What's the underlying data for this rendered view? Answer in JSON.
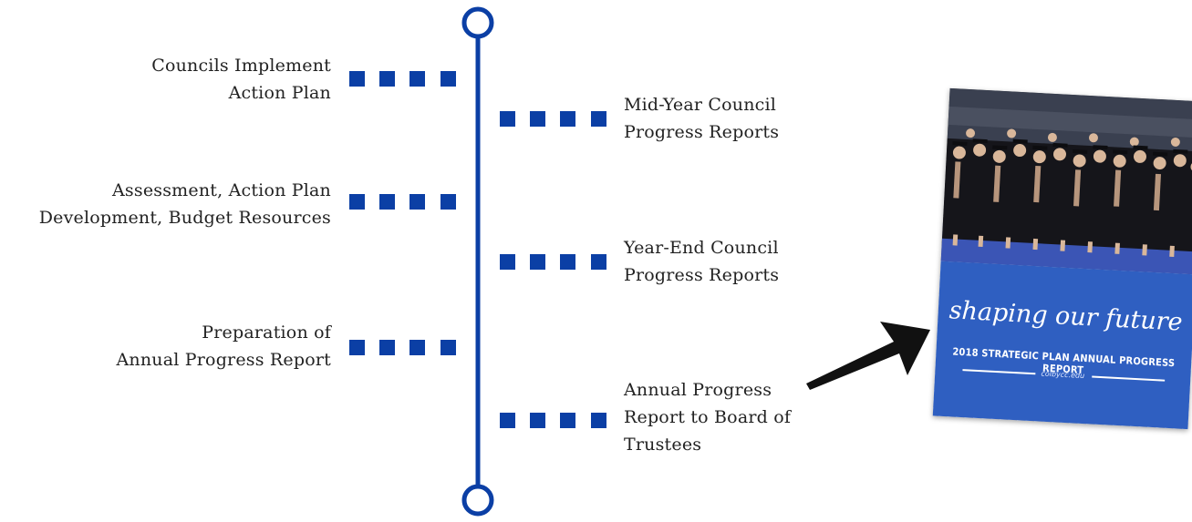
{
  "left_items": [
    {
      "lines": [
        "Councils Implement",
        "Action Plan"
      ]
    },
    {
      "lines": [
        "Assessment, Action Plan",
        "Development, Budget Resources"
      ]
    },
    {
      "lines": [
        "Preparation of",
        "Annual Progress Report"
      ]
    }
  ],
  "right_items": [
    {
      "lines": [
        "Mid-Year Council",
        "Progress Reports"
      ]
    },
    {
      "lines": [
        "Year-End Council",
        "Progress Reports"
      ]
    },
    {
      "lines": [
        "Annual Progress",
        "Report to Board of",
        "Trustees"
      ]
    }
  ],
  "report_cover": {
    "title": "shaping our future",
    "subtitle": "2018 STRATEGIC PLAN ANNUAL PROGRESS REPORT",
    "url": "colbycc.edu"
  },
  "colors": {
    "timeline_blue": "#0b3fa5",
    "cover_blue": "#2f5fc1"
  }
}
